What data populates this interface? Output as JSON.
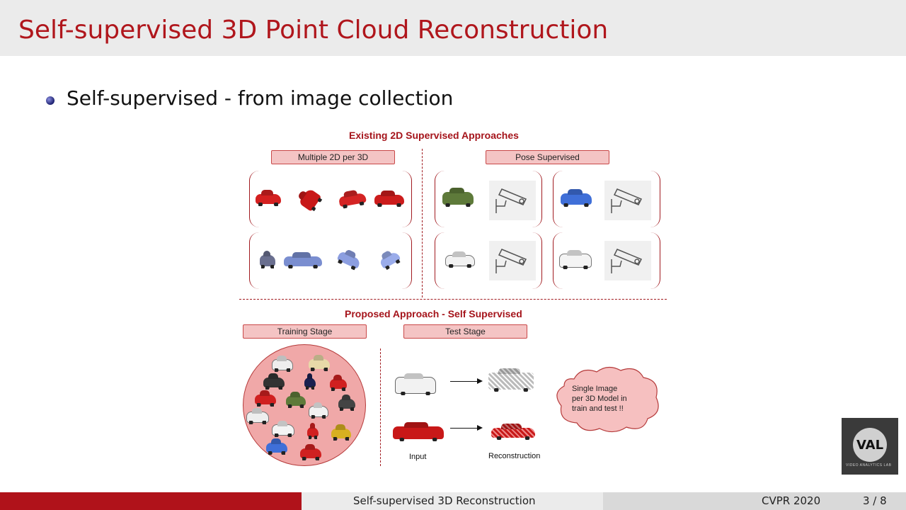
{
  "slide": {
    "title": "Self-supervised 3D Point Cloud Reconstruction",
    "bullet": "Self-supervised - from image collection"
  },
  "figure": {
    "existing_title": "Existing 2D Supervised Approaches",
    "tag_multiple": "Multiple 2D per 3D",
    "tag_pose": "Pose Supervised",
    "proposed_title": "Proposed Approach - Self Supervised",
    "tag_training": "Training Stage",
    "tag_test": "Test Stage",
    "label_input": "Input",
    "label_reconstruction": "Reconstruction",
    "cloud_lines": [
      "Single Image",
      "per 3D Model in",
      "train and test !!"
    ],
    "icons": {
      "pose": "camera-icon"
    }
  },
  "footer": {
    "center": "Self-supervised 3D Reconstruction",
    "venue": "CVPR 2020",
    "page": "3 / 8"
  },
  "logo": {
    "mark": "VAL",
    "sub": "VIDEO ANALYTICS LAB"
  },
  "colors": {
    "accent": "#b0161c",
    "tag_fill": "#f4c4c4",
    "circle_fill": "#f0a8a8"
  }
}
